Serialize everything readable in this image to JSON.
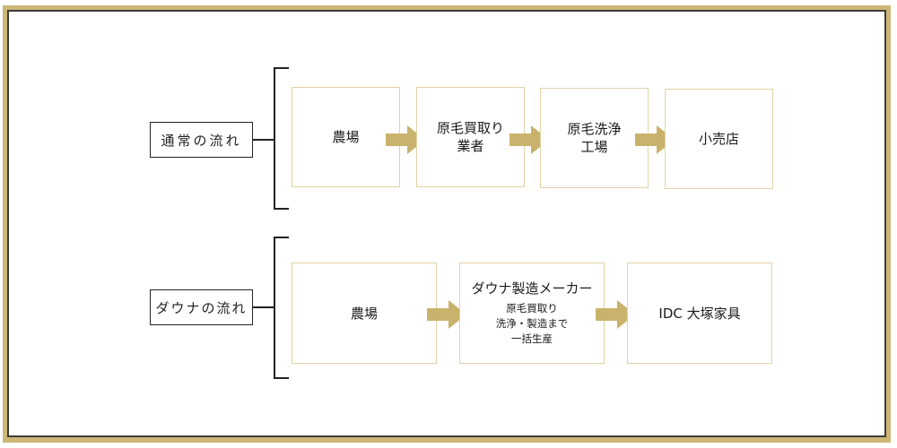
{
  "colors": {
    "frame_gold": "#cdb776",
    "frame_dark": "#3d3c38",
    "box_border": "#e2d3a6",
    "arrow": "#c9b26b",
    "line": "#222222"
  },
  "flows": [
    {
      "label": "通常の流れ",
      "steps": [
        {
          "lines": [
            "農場"
          ]
        },
        {
          "lines": [
            "原毛買取り",
            "業者"
          ]
        },
        {
          "lines": [
            "原毛洗浄",
            "工場"
          ]
        },
        {
          "lines": [
            "小売店"
          ]
        }
      ]
    },
    {
      "label": "ダウナの流れ",
      "steps": [
        {
          "lines": [
            "農場"
          ]
        },
        {
          "title": "ダウナ製造メーカー",
          "sub_lines": [
            "原毛買取り",
            "洗浄・製造まで",
            "一括生産"
          ]
        },
        {
          "lines": [
            "IDC 大塚家具"
          ]
        }
      ]
    }
  ],
  "arrow_icon": "right-arrow-icon"
}
